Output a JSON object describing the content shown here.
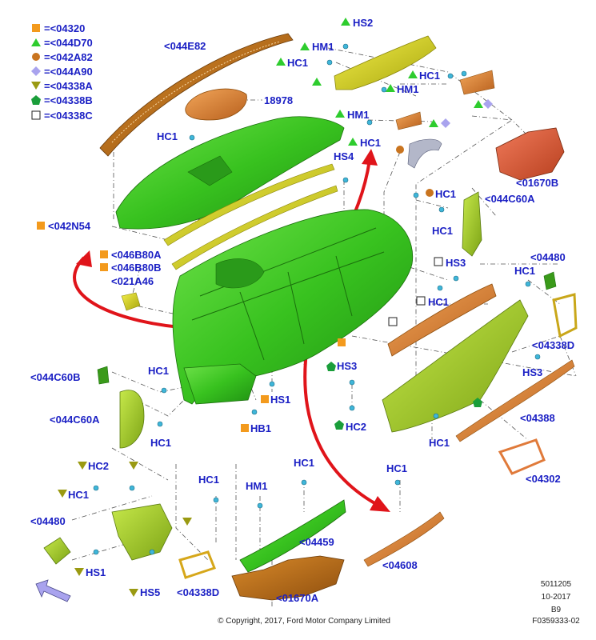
{
  "legend": {
    "items": [
      {
        "shape": "square",
        "color": "#f39a1d",
        "text": "=<04320"
      },
      {
        "shape": "triangle",
        "color": "#2ecc2e",
        "text": "=<044D70"
      },
      {
        "shape": "circle",
        "color": "#c9741f",
        "text": "=<042A82"
      },
      {
        "shape": "diamond",
        "color": "#a9a3ee",
        "text": "=<044A90"
      },
      {
        "shape": "triangle-down",
        "color": "#9a9a12",
        "text": "=<04338A"
      },
      {
        "shape": "pentagon",
        "color": "#1a9e3a",
        "text": "=<04338B"
      },
      {
        "shape": "square-outline",
        "color": "#ffffff",
        "text": "=<04338C"
      }
    ]
  },
  "labels": {
    "l044E82": "<044E82",
    "l18978": "18978",
    "lHS2": "HS2",
    "lHM1a": "HM1",
    "lHC1a": "HC1",
    "lHC1b": "HC1",
    "lHM1b": "HM1",
    "lHM1c": "HM1",
    "lHC1c": "HC1",
    "lHC1d": "HC1",
    "lHS4": "HS4",
    "l01670B": "<01670B",
    "lHC1e": "HC1",
    "l044C60A_r": "<044C60A",
    "lHC1f": "HC1",
    "l042N54": "<042N54",
    "l046B80A": "<046B80A",
    "l046B80B": "<046B80B",
    "l021A46": "<021A46",
    "lHS3a": "HS3",
    "lHC1g": "HC1",
    "l04480_r": "<04480",
    "lHC1h": "HC1",
    "l04338D_r": "<04338D",
    "l044C60B": "<044C60B",
    "lHC1i": "HC1",
    "lHS3b": "HS3",
    "lHS3c": "HS3",
    "lHS1a": "HS1",
    "l044C60A_l": "<044C60A",
    "lHB1": "HB1",
    "lHC2a": "HC2",
    "l04388": "<04388",
    "lHC1j": "HC1",
    "lHC1k": "HC1",
    "l04302": "<04302",
    "lHC2b": "HC2",
    "lHC1l": "HC1",
    "lHC1m": "HC1",
    "lHC1n": "HC1",
    "lHM1d": "HM1",
    "l04480_l": "<04480",
    "l04459": "<04459",
    "l04608": "<04608",
    "lHS1b": "HS1",
    "lHS5": "HS5",
    "l04338D_l": "<04338D",
    "l01670A": "<01670A"
  },
  "meta": {
    "line1": "5011205",
    "line2": "10-2017",
    "line3": "B9",
    "line4": "F0359333-02",
    "copyright": "© Copyright, 2017, Ford Motor Company Limited"
  },
  "colors": {
    "label": "#1a1fc4",
    "green_part": "#3fce2c",
    "orange_part": "#e0892a",
    "yellow_part": "#d6d21e",
    "arrow": "#e0141a"
  }
}
